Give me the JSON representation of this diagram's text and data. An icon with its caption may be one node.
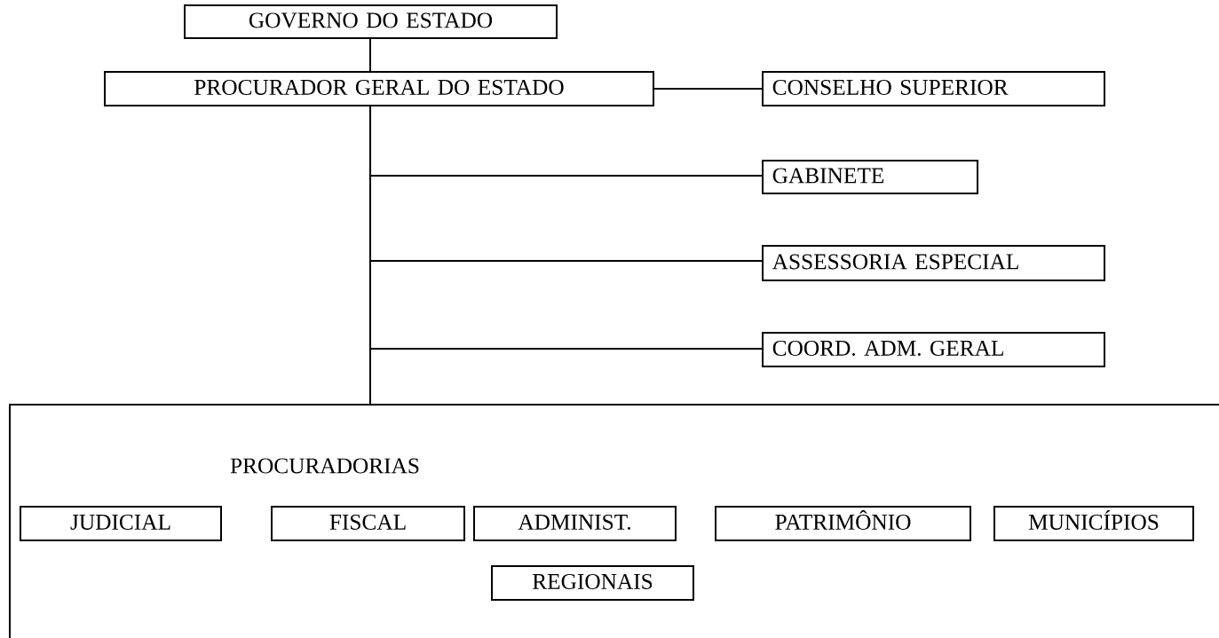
{
  "diagram": {
    "nodes": [
      {
        "text": [
          "GOVERNO DO ESTADO"
        ]
      },
      {
        "text": [
          "PROCURADOR GERAL DO ESTADO"
        ]
      },
      {
        "text": [
          "CONSELHO SUPERIOR"
        ]
      },
      {
        "text": [
          "GABINETE"
        ]
      },
      {
        "text": [
          "ASSESSORIA ESPECIAL"
        ]
      },
      {
        "text": [
          "COORD. ADM. GERAL"
        ]
      },
      {
        "text": [
          "PROCURADORIAS"
        ]
      },
      {
        "text": [
          "JUDICIAL"
        ],
        "in": 6
      },
      {
        "text": [
          "FISCAL"
        ],
        "in": 6
      },
      {
        "text": [
          "ADMINIST."
        ],
        "in": 6
      },
      {
        "text": [
          "PATRIMÔNIO"
        ],
        "in": 6
      },
      {
        "text": [
          "MUNICÍPIOS"
        ],
        "in": 6
      },
      {
        "text": [
          "REGIONAIS"
        ],
        "in": 6
      }
    ],
    "edges": [
      {
        "from": 0,
        "to": 1,
        "arrow": "none"
      },
      {
        "from": 1,
        "to": 2,
        "arrow": "none"
      },
      {
        "from": 1,
        "to": 3,
        "arrow": "none"
      },
      {
        "from": 1,
        "to": 4,
        "arrow": "none"
      },
      {
        "from": 1,
        "to": 5,
        "arrow": "none"
      },
      {
        "from": 1,
        "to": 6,
        "arrow": "none"
      }
    ]
  }
}
